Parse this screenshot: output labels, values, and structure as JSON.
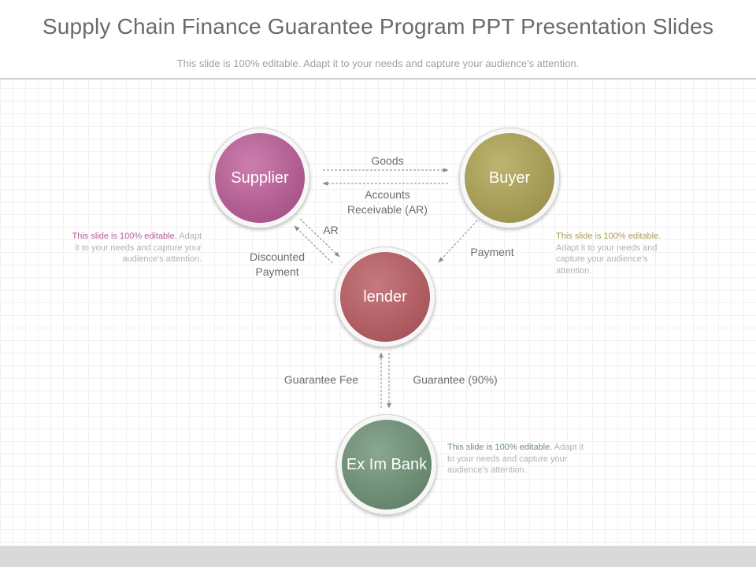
{
  "header": {
    "title": "Supply Chain Finance Guarantee Program PPT Presentation Slides",
    "subtitle": "This slide is 100% editable. Adapt it to your needs and capture your audience's attention."
  },
  "nodes": {
    "supplier": "Supplier",
    "buyer": "Buyer",
    "lender": "lender",
    "eximbank": "Ex Im Bank"
  },
  "flows": {
    "goods": "Goods",
    "accounts_receivable_line1": "Accounts",
    "accounts_receivable_line2": "Receivable (AR)",
    "ar": "AR",
    "discounted_payment_line1": "Discounted",
    "discounted_payment_line2": "Payment",
    "payment": "Payment",
    "guarantee_fee": "Guarantee Fee",
    "guarantee_90": "Guarantee (90%)"
  },
  "notes": {
    "left": {
      "lead": "This slide is 100% editable.",
      "rest_line1": "Adapt",
      "line2": "it to your needs and capture your",
      "line3": "audience's attention.",
      "lead_color": "#b35f93"
    },
    "right": {
      "lead": "This slide is 100% editable.",
      "line2": "Adapt it to your needs and",
      "line3": "capture your audience's",
      "line4": "attention.",
      "lead_color": "#a69d58"
    },
    "bottom": {
      "lead": "This slide is 100% editable.",
      "rest_line1": "Adapt it",
      "line2": "to your needs and capture your",
      "line3": "audience's attention.",
      "lead_color": "#6f8e76"
    }
  },
  "colors": {
    "supplier": "#b35f93",
    "buyer": "#a69d58",
    "lender": "#b15f65",
    "eximbank": "#6f8e76",
    "arrow": "#8a8a8a"
  }
}
